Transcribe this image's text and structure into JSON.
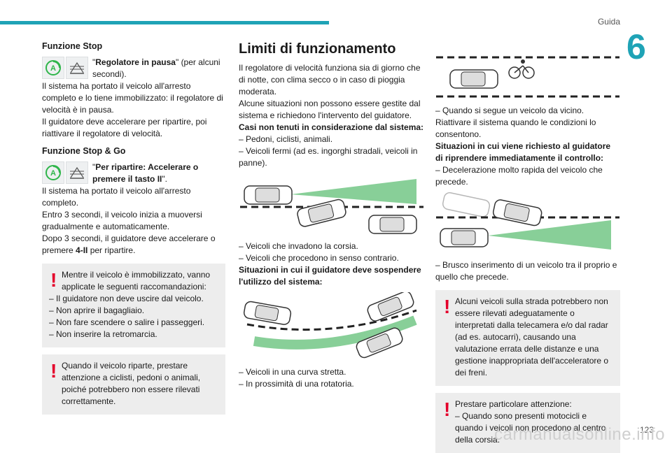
{
  "header": {
    "section": "Guida",
    "chapter": "6"
  },
  "col1": {
    "stop_title": "Funzione Stop",
    "stop_msg_q1": "\"",
    "stop_msg_bold": "Regolatore in pausa",
    "stop_msg_rest": "\" (per alcuni secondi).",
    "stop_body": [
      "Il sistema ha portato il veicolo all'arresto completo e lo tiene immobilizzato: il regolatore di velocità è in pausa.",
      "Il guidatore deve accelerare per ripartire, poi riattivare il regolatore di velocità."
    ],
    "stopgo_title": "Funzione Stop & Go",
    "stopgo_msg_q1": "\"",
    "stopgo_msg_bold": "Per ripartire: Accelerare o premere il tasto II",
    "stopgo_msg_rest": "\".",
    "stopgo_body": [
      "Il sistema ha portato il veicolo all'arresto completo.",
      "Entro 3 secondi, il veicolo inizia a muoversi gradualmente e automaticamente.",
      "Dopo 3 secondi, il guidatore deve accelerare o premere "
    ],
    "stopgo_key": "4-II",
    "stopgo_tail": " per ripartire.",
    "warn1": {
      "intro": "Mentre il veicolo è immobilizzato, vanno applicate le seguenti raccomandazioni:",
      "items": [
        "–  Il guidatore non deve uscire dal veicolo.",
        "–  Non aprire il bagagliaio.",
        "–  Non fare scendere o salire i passeggeri.",
        "–  Non inserire la retromarcia."
      ]
    },
    "warn2": "Quando il veicolo riparte, prestare attenzione a ciclisti, pedoni o animali, poiché potrebbero non essere rilevati correttamente."
  },
  "col2": {
    "title": "Limiti di funzionamento",
    "intro": [
      "Il regolatore di velocità funziona sia di giorno che di notte, con clima secco o in caso di pioggia moderata.",
      "Alcune situazioni non possono essere gestite dal sistema e richiedono l'intervento del guidatore."
    ],
    "not_considered_title": "Casi non tenuti in considerazione dal sistema:",
    "not_considered": [
      "–  Pedoni, ciclisti, animali.",
      "–  Veicoli fermi (ad es. ingorghi stradali, veicoli in panne)."
    ],
    "after_img1": [
      "–  Veicoli che invadono la corsia.",
      "–  Veicoli che procedono in senso contrario."
    ],
    "suspend_title": "Situazioni in cui il guidatore deve sospendere l'utilizzo del sistema:",
    "after_img2": [
      "–  Veicoli in una curva stretta.",
      "–  In prossimità di una rotatoria."
    ]
  },
  "col3": {
    "after_img1": [
      "–  Quando si segue un veicolo da vicino.",
      "Riattivare il sistema quando le condizioni lo consentono."
    ],
    "request_title": "Situazioni in cui viene richiesto al guidatore di riprendere immediatamente il controllo:",
    "request_items": [
      "–  Decelerazione molto rapida del veicolo che precede."
    ],
    "after_img2": [
      "–  Brusco inserimento di un veicolo tra il proprio e quello che precede."
    ],
    "warn1": "Alcuni veicoli sulla strada potrebbero non essere rilevati adeguatamente o interpretati dalla telecamera e/o dal radar (ad es. autocarri), causando una valutazione errata delle distanze e una gestione inappropriata dell'acceleratore o dei freni.",
    "warn2_intro": "Prestare particolare attenzione:",
    "warn2_item": "–  Quando sono presenti motocicli e quando i veicoli non procedono al centro della corsia."
  },
  "footer": {
    "page": "123",
    "watermark": "carmanualsonline.info"
  },
  "colors": {
    "accent": "#1fa3b6",
    "warning": "#e4002b",
    "icon_green": "#2fb54a",
    "beam_green": "#27a844"
  },
  "icons": [
    "acc-active-icon",
    "cruise-pause-icon",
    "warning-exclamation-icon",
    "car-icon",
    "cyclist-icon"
  ]
}
